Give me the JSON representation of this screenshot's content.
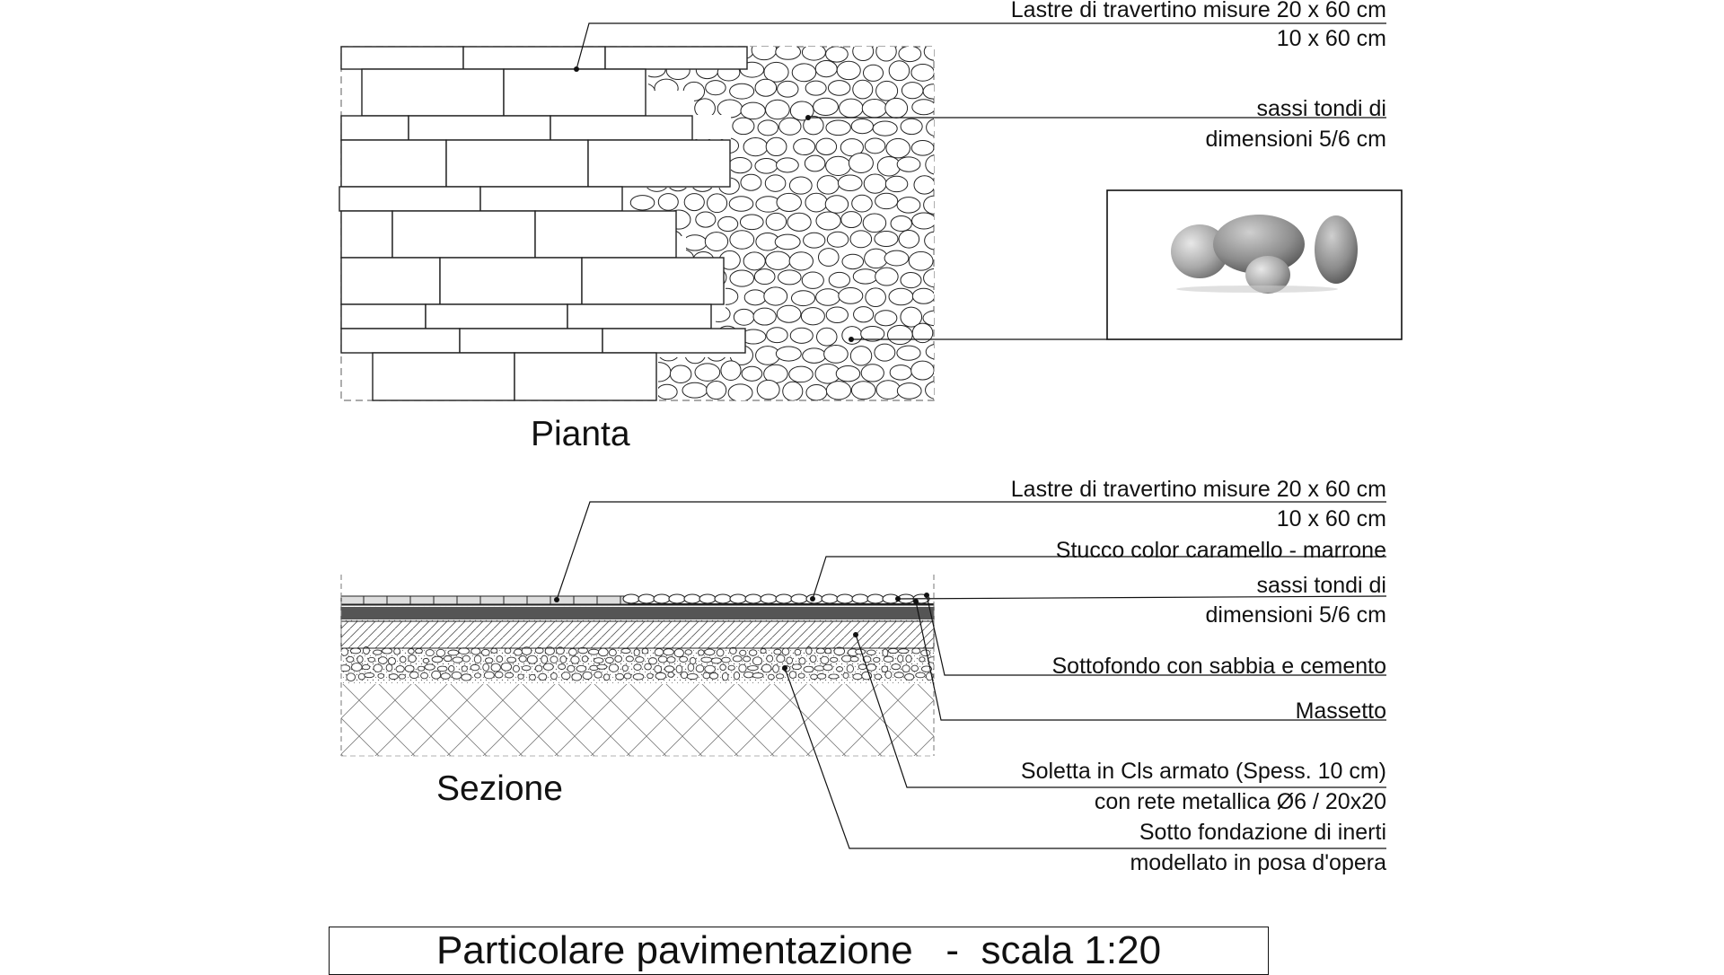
{
  "plan": {
    "title": "Pianta",
    "labels": {
      "slabs_line1": "Lastre di travertino misure 20 x 60 cm",
      "slabs_line2": "10 x 60 cm",
      "pebbles_line1": "sassi tondi di",
      "pebbles_line2": "dimensioni 5/6 cm"
    },
    "photo_icon": "pebble-photo"
  },
  "section": {
    "title": "Sezione",
    "labels": {
      "slabs_line1": "Lastre di travertino misure 20 x 60 cm",
      "slabs_line2": "10 x 60 cm",
      "grout": "Stucco color caramello - marrone",
      "pebbles_line1": "sassi tondi di",
      "pebbles_line2": "dimensioni 5/6 cm",
      "subbase": "Sottofondo con sabbia e cemento",
      "screed": "Massetto",
      "slab_line1": "Soletta in Cls armato (Spess. 10 cm)",
      "slab_line2": "con rete metallica Ø6 / 20x20",
      "foundation_line1": "Sotto fondazione di inerti",
      "foundation_line2": "modellato in posa d'opera"
    }
  },
  "footer": {
    "title": "Particolare pavimentazione   -  scala 1:20"
  },
  "colors": {
    "ink": "#111111",
    "background": "#ffffff"
  }
}
